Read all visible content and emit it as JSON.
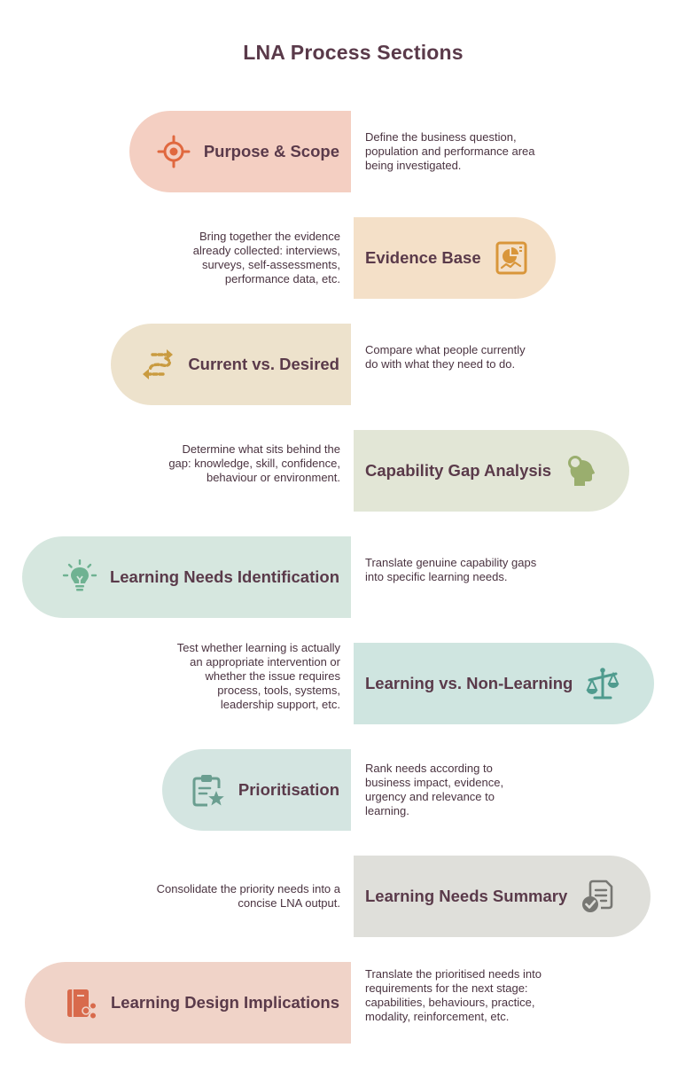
{
  "title": "LNA Process Sections",
  "sections": [
    {
      "label": "Purpose & Scope",
      "description": "Define the business question, population and performance area being investigated.",
      "color": "#f4cfc2",
      "icon_color": "#e0683f",
      "icon": "target-icon"
    },
    {
      "label": "Evidence Base",
      "description": "Bring together the evidence already collected: interviews, surveys, self-assessments, performance data, etc.",
      "color": "#f4e0c8",
      "icon_color": "#d9963a",
      "icon": "report-chart-icon"
    },
    {
      "label": "Current vs. Desired",
      "description": "Compare what people currently do with what they need to do.",
      "color": "#ede2cc",
      "icon_color": "#c99b40",
      "icon": "dashed-arrows-icon"
    },
    {
      "label": "Capability Gap Analysis",
      "description": "Determine what sits behind the gap: knowledge, skill, confidence, behaviour or environment.",
      "color": "#e2e6d6",
      "icon_color": "#9aae6e",
      "icon": "head-search-icon"
    },
    {
      "label": "Learning Needs Identification",
      "description": "Translate genuine capability gaps into specific learning needs.",
      "color": "#d6e7df",
      "icon_color": "#6fb292",
      "icon": "lightbulb-icon"
    },
    {
      "label": "Learning vs. Non-Learning",
      "description": "Test whether learning is actually an appropriate intervention or whether the issue requires process, tools, systems, leadership support, etc.",
      "color": "#cfe5e0",
      "icon_color": "#4f9b8e",
      "icon": "balance-scale-icon"
    },
    {
      "label": "Prioritisation",
      "description": "Rank needs according to business impact, evidence, urgency and relevance to learning.",
      "color": "#d4e5e1",
      "icon_color": "#6a9e90",
      "icon": "clipboard-star-icon"
    },
    {
      "label": "Learning Needs Summary",
      "description": "Consolidate the priority needs into a concise LNA output.",
      "color": "#dfdfda",
      "icon_color": "#777773",
      "icon": "document-check-icon"
    },
    {
      "label": "Learning Design Implications",
      "description": "Translate the prioritised needs into requirements for the next stage: capabilities, behaviours, practice, modality, reinforcement, etc.",
      "color": "#f0d3c8",
      "icon_color": "#d86a4c",
      "icon": "book-share-icon"
    }
  ]
}
